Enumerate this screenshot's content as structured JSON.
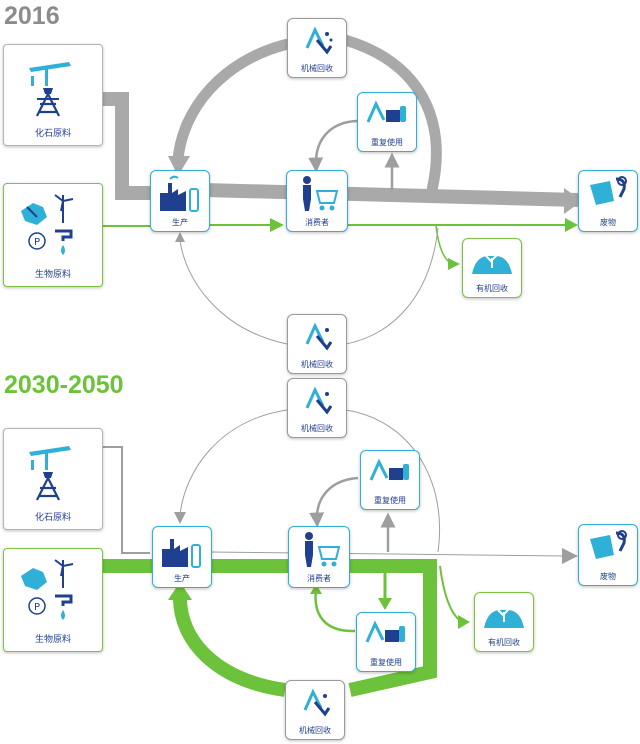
{
  "years": {
    "top": "2016",
    "bottom": "2030-2050"
  },
  "colors": {
    "grey": "#9e9e9e",
    "green": "#6cc23a",
    "blue": "#2fb0d6",
    "navy": "#1f3f8f",
    "year_top": "#8c8c8c",
    "year_bottom": "#6cc23a"
  },
  "diagram_2016": {
    "fossil": "化石原料",
    "bio": "生物原料",
    "production": "生产",
    "consumer": "消费者",
    "waste": "废物",
    "mech_top": "机械回收",
    "mech_bottom": "机械回收",
    "reuse": "重复使用",
    "organic": "有机回收"
  },
  "diagram_2050": {
    "fossil": "化石原料",
    "bio": "生物原料",
    "production": "生产",
    "consumer": "消费者",
    "waste": "废物",
    "mech_top": "机械回收",
    "mech_bottom": "机械回收",
    "reuse_top": "重复使用",
    "reuse_bottom": "重复使用",
    "organic": "有机回收"
  },
  "icons": [
    "oil-pump-icon",
    "power-tower-icon",
    "plant-leaf-icon",
    "wind-turbine-icon",
    "faucet-icon",
    "factory-icon",
    "shopper-cart-icon",
    "recycle-icon",
    "trash-bin-icon",
    "compost-icon"
  ]
}
